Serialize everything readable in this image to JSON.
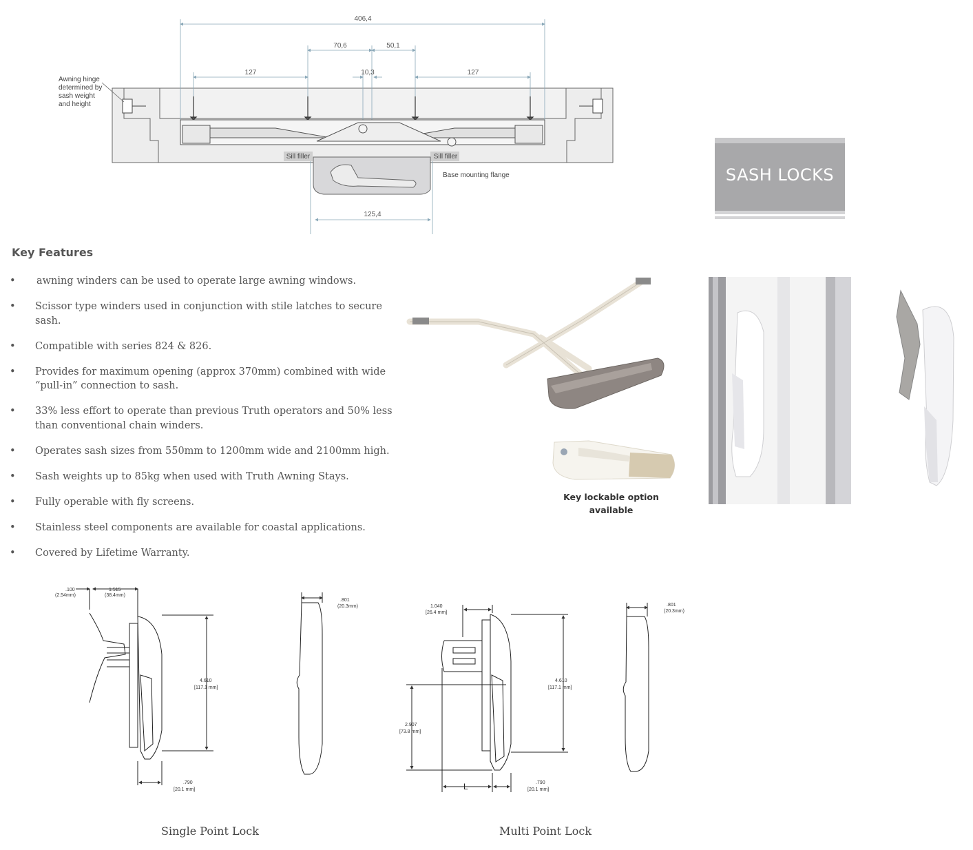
{
  "banner": {
    "title": "SASH LOCKS"
  },
  "top_drawing": {
    "dimensions": {
      "overall": "406,4",
      "left_centre": "70,6",
      "right_centre": "50,1",
      "left_outer": "127",
      "centre_gap": "10,3",
      "right_outer": "127",
      "base_width": "125,4"
    },
    "labels": {
      "hinge": [
        "Awning hinge",
        "determined by",
        "sash weight",
        "and height"
      ],
      "sill_left": "Sill filler",
      "sill_right": "Sill filler",
      "base_flange": "Base mounting flange"
    }
  },
  "key_features": {
    "title": "Key Features",
    "items": [
      {
        "bullet": "•",
        "text": "awning winders can be used to operate large awning windows."
      },
      {
        "bullet": "•",
        "text": "Scissor type winders used in conjunction with stile latches to secure sash."
      },
      {
        "bullet": "•",
        "text": "Compatible with series 824 & 826."
      },
      {
        "bullet": "•",
        "text": "Provides for maximum opening (approx 370mm) combined with wide “pull-in” connection to sash."
      },
      {
        "bullet": "•",
        "text": "33% less effort to operate than previous Truth operators and 50% less than conventional chain winders."
      },
      {
        "bullet": "•",
        "text": "Operates sash sizes from 550mm to 1200mm wide and 2100mm high."
      },
      {
        "bullet": "•",
        "text": "Sash weights up to 85kg when used with Truth Awning Stays."
      },
      {
        "bullet": "•",
        "text": "Fully operable with fly screens."
      },
      {
        "bullet": "•",
        "text": "Stainless steel components are available for coastal applications."
      },
      {
        "bullet": "•",
        "text": "Covered by Lifetime Warranty."
      }
    ]
  },
  "photos": {
    "key_caption_line1": "Key lockable option",
    "key_caption_line2": "available"
  },
  "single_lock": {
    "caption": "Single Point Lock",
    "dims": {
      "a1": ".100",
      "a2": "(2.54mm)",
      "b1": "1.515",
      "b2": "(38.4mm)",
      "h1": "4.610",
      "h2": "[117.1 mm]",
      "w1": ".790",
      "w2": "[20.1 mm]",
      "s1": ".801",
      "s2": "(20.3mm)"
    }
  },
  "multi_lock": {
    "caption": "Multi Point Lock",
    "dims": {
      "a1": "1.040",
      "a2": "[26.4 mm]",
      "h1": "4.610",
      "h2": "[117.1 mm]",
      "v1": "2.907",
      "v2": "[73.8 mm]",
      "w1": ".790",
      "w2": "[20.1 mm]",
      "L": "L",
      "s1": ".801",
      "s2": "(20.3mm)"
    }
  },
  "colors": {
    "banner_bg": "#a8a8aa",
    "text": "#555555",
    "line": "#444444"
  }
}
